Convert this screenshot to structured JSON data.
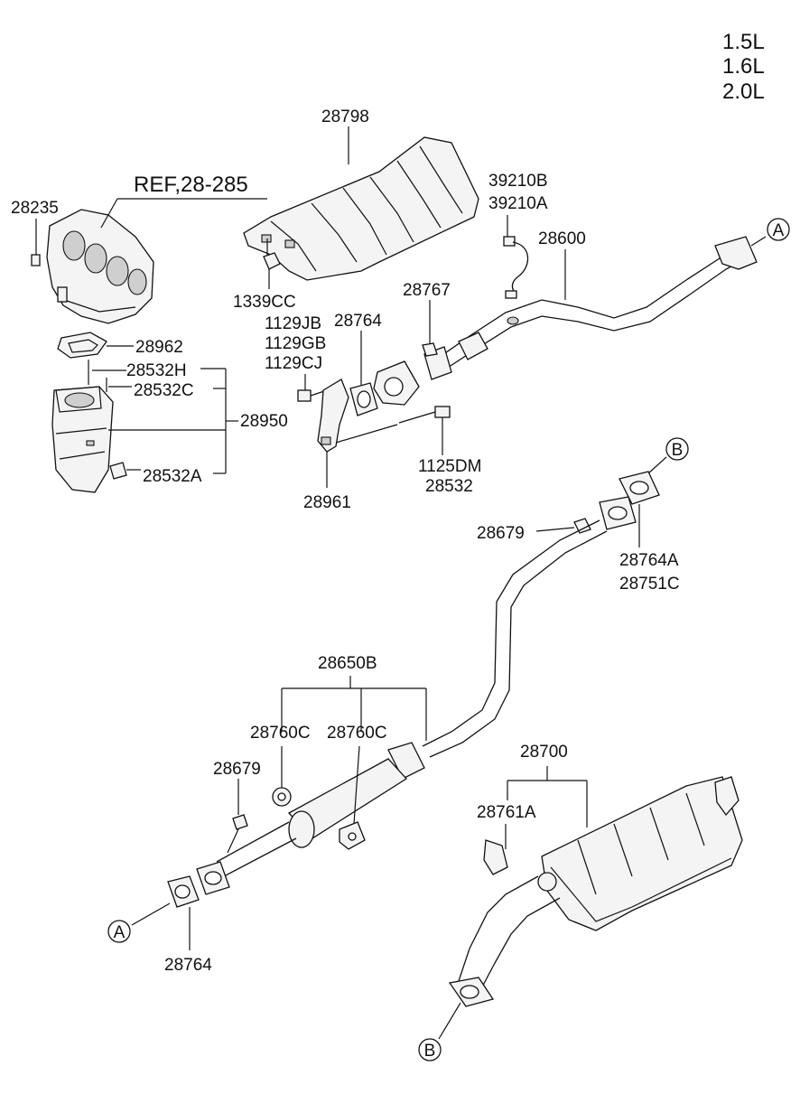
{
  "engine_variants": [
    "1.5L",
    "1.6L",
    "2.0L"
  ],
  "reference": "REF,28-285",
  "callouts": {
    "a": "A",
    "b": "B"
  },
  "parts": {
    "p28798": "28798",
    "p39210b": "39210B",
    "p39210a": "39210A",
    "p28235": "28235",
    "p28600": "28600",
    "p1339cc": "1339CC",
    "p28767": "28767",
    "p1129jb": "1129JB",
    "p1129gb": "1129GB",
    "p1129cj": "1129CJ",
    "p28764_top": "28764",
    "p28962": "28962",
    "p28532h": "28532H",
    "p28532c": "28532C",
    "p28950": "28950",
    "p28532a": "28532A",
    "p1125dm": "1125DM",
    "p28532": "28532",
    "p28961": "28961",
    "p28679_top": "28679",
    "p28764a": "28764A",
    "p28751c": "28751C",
    "p28650b": "28650B",
    "p28760c_left": "28760C",
    "p28760c_right": "28760C",
    "p28679_bottom": "28679",
    "p28700": "28700",
    "p28761a": "28761A",
    "p28764_bottom": "28764"
  }
}
